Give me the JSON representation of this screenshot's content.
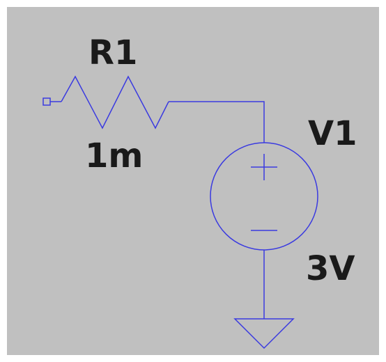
{
  "schematic": {
    "colors": {
      "background": "#c0c0c0",
      "wire": "#3a3ae0",
      "text": "#1a1a1a"
    },
    "resistor": {
      "name": "R1",
      "value": "1m"
    },
    "source": {
      "name": "V1",
      "value": "3V",
      "plus_symbol": "+",
      "minus_symbol": "−"
    }
  }
}
